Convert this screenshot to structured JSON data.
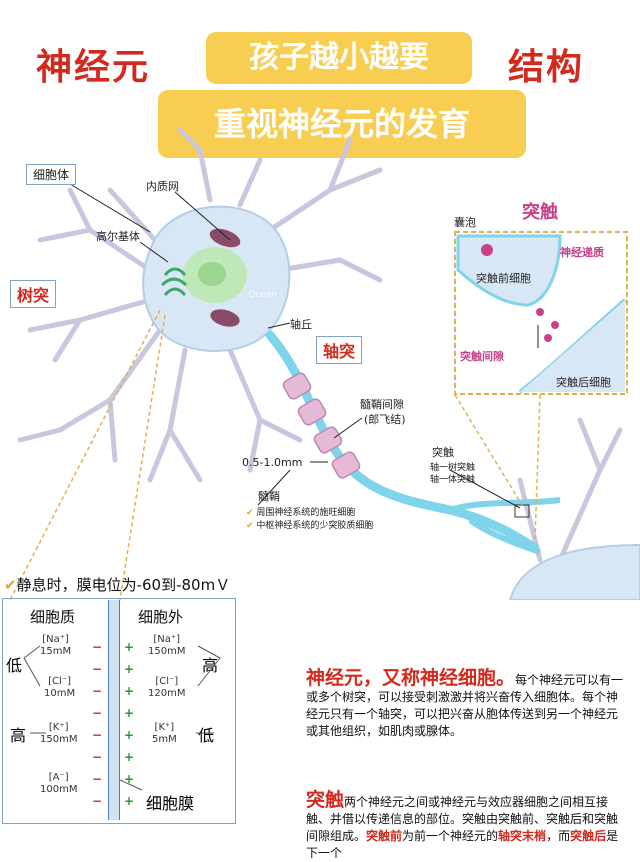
{
  "header": {
    "title_left": "神经元",
    "title_right": "结构",
    "banner_top": "孩子越小越要",
    "banner_bottom": "重视神经元的发育"
  },
  "neuron_labels": {
    "cell_body": "细胞体",
    "er": "内质网",
    "golgi": "高尔基体",
    "dendrite": "树突",
    "axon_hillock": "轴丘",
    "axon": "轴突",
    "node_line1": "髓鞘间隙",
    "node_line2": "(郎飞结)",
    "diameter": "0.5-1.0mm",
    "myelin": "髓鞘",
    "myelin_note1": "周围神经系统的施旺细胞",
    "myelin_note2": "中枢神经系统的少突胶质细胞",
    "synapse": "突触",
    "synapse_type1": "轴一树突触",
    "synapse_type2": "轴一体突触",
    "watermark": "Ocean"
  },
  "synapse_inset": {
    "title": "突触",
    "vesicle": "囊泡",
    "neurotransmitter": "神经递质",
    "presynaptic": "突触前细胞",
    "cleft": "突触间隙",
    "postsynaptic": "突触后细胞"
  },
  "resting": {
    "heading": "静息时，膜电位为-60到-80mＶ",
    "inside_title": "细胞质",
    "outside_title": "细胞外",
    "low": "低",
    "high": "高",
    "high2": "高",
    "low2": "低",
    "membrane": "细胞膜",
    "inside_ions": [
      {
        "ion": "[Na⁺]",
        "conc": "15mM"
      },
      {
        "ion": "[Cl⁻]",
        "conc": "10mM"
      },
      {
        "ion": "[K⁺]",
        "conc": "150mM"
      },
      {
        "ion": "[A⁻]",
        "conc": "100mM"
      }
    ],
    "outside_ions": [
      {
        "ion": "[Na⁺]",
        "conc": "150mM"
      },
      {
        "ion": "[Cl⁻]",
        "conc": "120mM"
      },
      {
        "ion": "[K⁺]",
        "conc": "5mM"
      }
    ],
    "minus": "−",
    "plus": "+"
  },
  "text": {
    "p1_head": "神经元，又称神经细胞。",
    "p1_body": "每个神经元可以有一或多个树突，可以接受刺激激并将兴奋传入细胞体。每个神经元只有一个轴突，可以把兴奋从胞体传送到另一个神经元或其他组织，如肌肉或腺体。",
    "p2_head": "突触",
    "p2_body1": "两个神经元之间或神经元与效应器细胞之间相互接触、并借以传递信息的部位。突触由突触前、突触后和突触间隙组成。",
    "p2_hl1": "突触前",
    "p2_body2": "为前一个神经元的",
    "p2_hl2": "轴突末梢",
    "p2_body3": "，而",
    "p2_hl3": "突触后",
    "p2_body4": "是下一个"
  },
  "colors": {
    "accent_red": "#d22a1f",
    "banner_yellow": "#f7ce52",
    "neuron_blue": "#cfe2f3",
    "axon_cyan": "#7fd3ea",
    "myelin_pink": "#e6b9d6"
  }
}
